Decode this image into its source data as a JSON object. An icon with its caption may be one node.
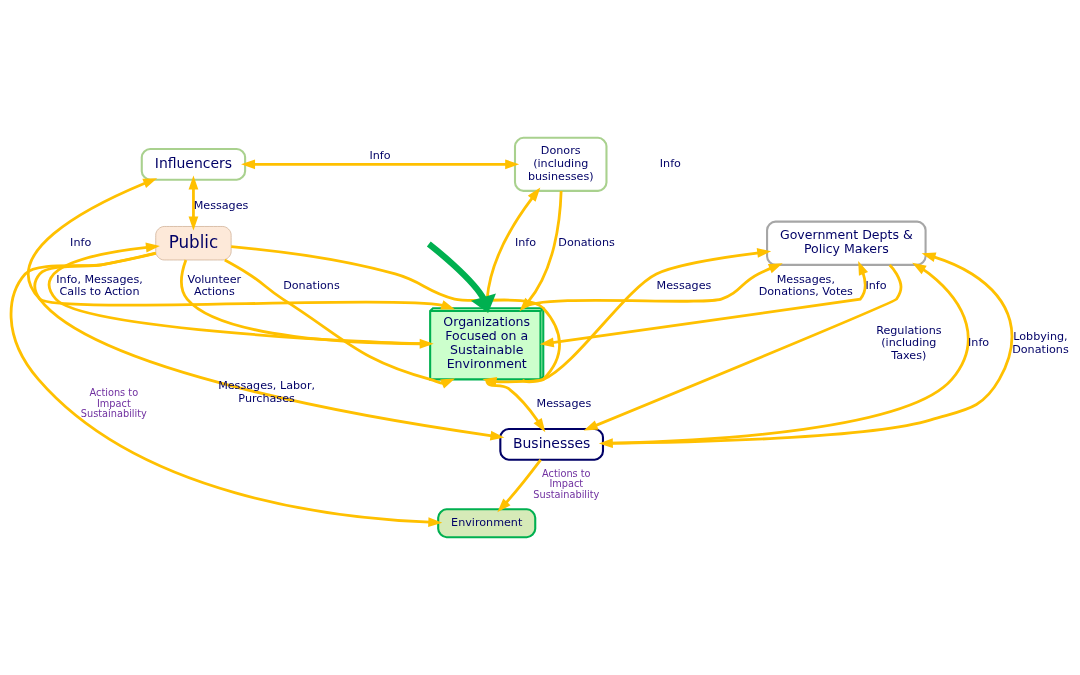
{
  "diagram": {
    "nodes": [
      {
        "text": [
          "Influencers"
        ]
      },
      {
        "text": [
          "Donors",
          "(including businesses)"
        ]
      },
      {
        "text": [
          "Government Depts & Policy Makers"
        ]
      },
      {
        "text": [
          "Public"
        ]
      },
      {
        "text": [
          "Organizations Focused on a Sustainable Environment"
        ]
      },
      {
        "text": [
          "Businesses"
        ]
      },
      {
        "text": [
          "Environment"
        ]
      }
    ],
    "edges": [
      {
        "from": 3,
        "to": 0,
        "arrow": "both",
        "label": "Messages"
      },
      {
        "from": 0,
        "to": 1,
        "arrow": "both",
        "label": "Info"
      },
      {
        "from": null,
        "to": 4,
        "arrow": "to",
        "color": "#00b050",
        "style": "thick"
      },
      {
        "from": 0,
        "to": 4,
        "arrow": "both",
        "label": "Info"
      },
      {
        "from": 1,
        "to": 4,
        "arrow": "both",
        "label": "Info"
      },
      {
        "from": 1,
        "to": 4,
        "arrow": "to",
        "label": "Donations"
      },
      {
        "from": 4,
        "to": 3,
        "arrow": "to",
        "label": "Info, Messages, Calls to Action"
      },
      {
        "from": 3,
        "to": 4,
        "arrow": "to",
        "label": "Volunteer Actions"
      },
      {
        "from": 3,
        "to": 4,
        "arrow": "to",
        "label": "Donations"
      },
      {
        "from": 3,
        "to": 4,
        "arrow": "to"
      },
      {
        "from": 4,
        "to": 2,
        "arrow": "to",
        "label": "Messages, Donations, Votes"
      },
      {
        "from": 2,
        "to": 4,
        "arrow": "both",
        "label": "Info"
      },
      {
        "from": 4,
        "to": 2,
        "arrow": "to",
        "label": "Messages"
      },
      {
        "from": 4,
        "to": 5,
        "arrow": "to",
        "label": "Messages"
      },
      {
        "from": 3,
        "to": 5,
        "arrow": "to",
        "label": "Messages, Labor, Purchases"
      },
      {
        "from": 2,
        "to": 5,
        "arrow": "to",
        "label": "Regulations (including Taxes)"
      },
      {
        "from": 2,
        "to": 5,
        "arrow": "both",
        "label": "Info"
      },
      {
        "from": 5,
        "to": 2,
        "arrow": "to",
        "label": "Lobbying, Donations"
      },
      {
        "from": 3,
        "to": 6,
        "arrow": "to",
        "label": "Actions to Impact Sustainability"
      },
      {
        "from": 5,
        "to": 6,
        "arrow": "to",
        "label": "Actions to Impact Sustainability"
      }
    ],
    "labels": [
      "Info"
    ]
  }
}
